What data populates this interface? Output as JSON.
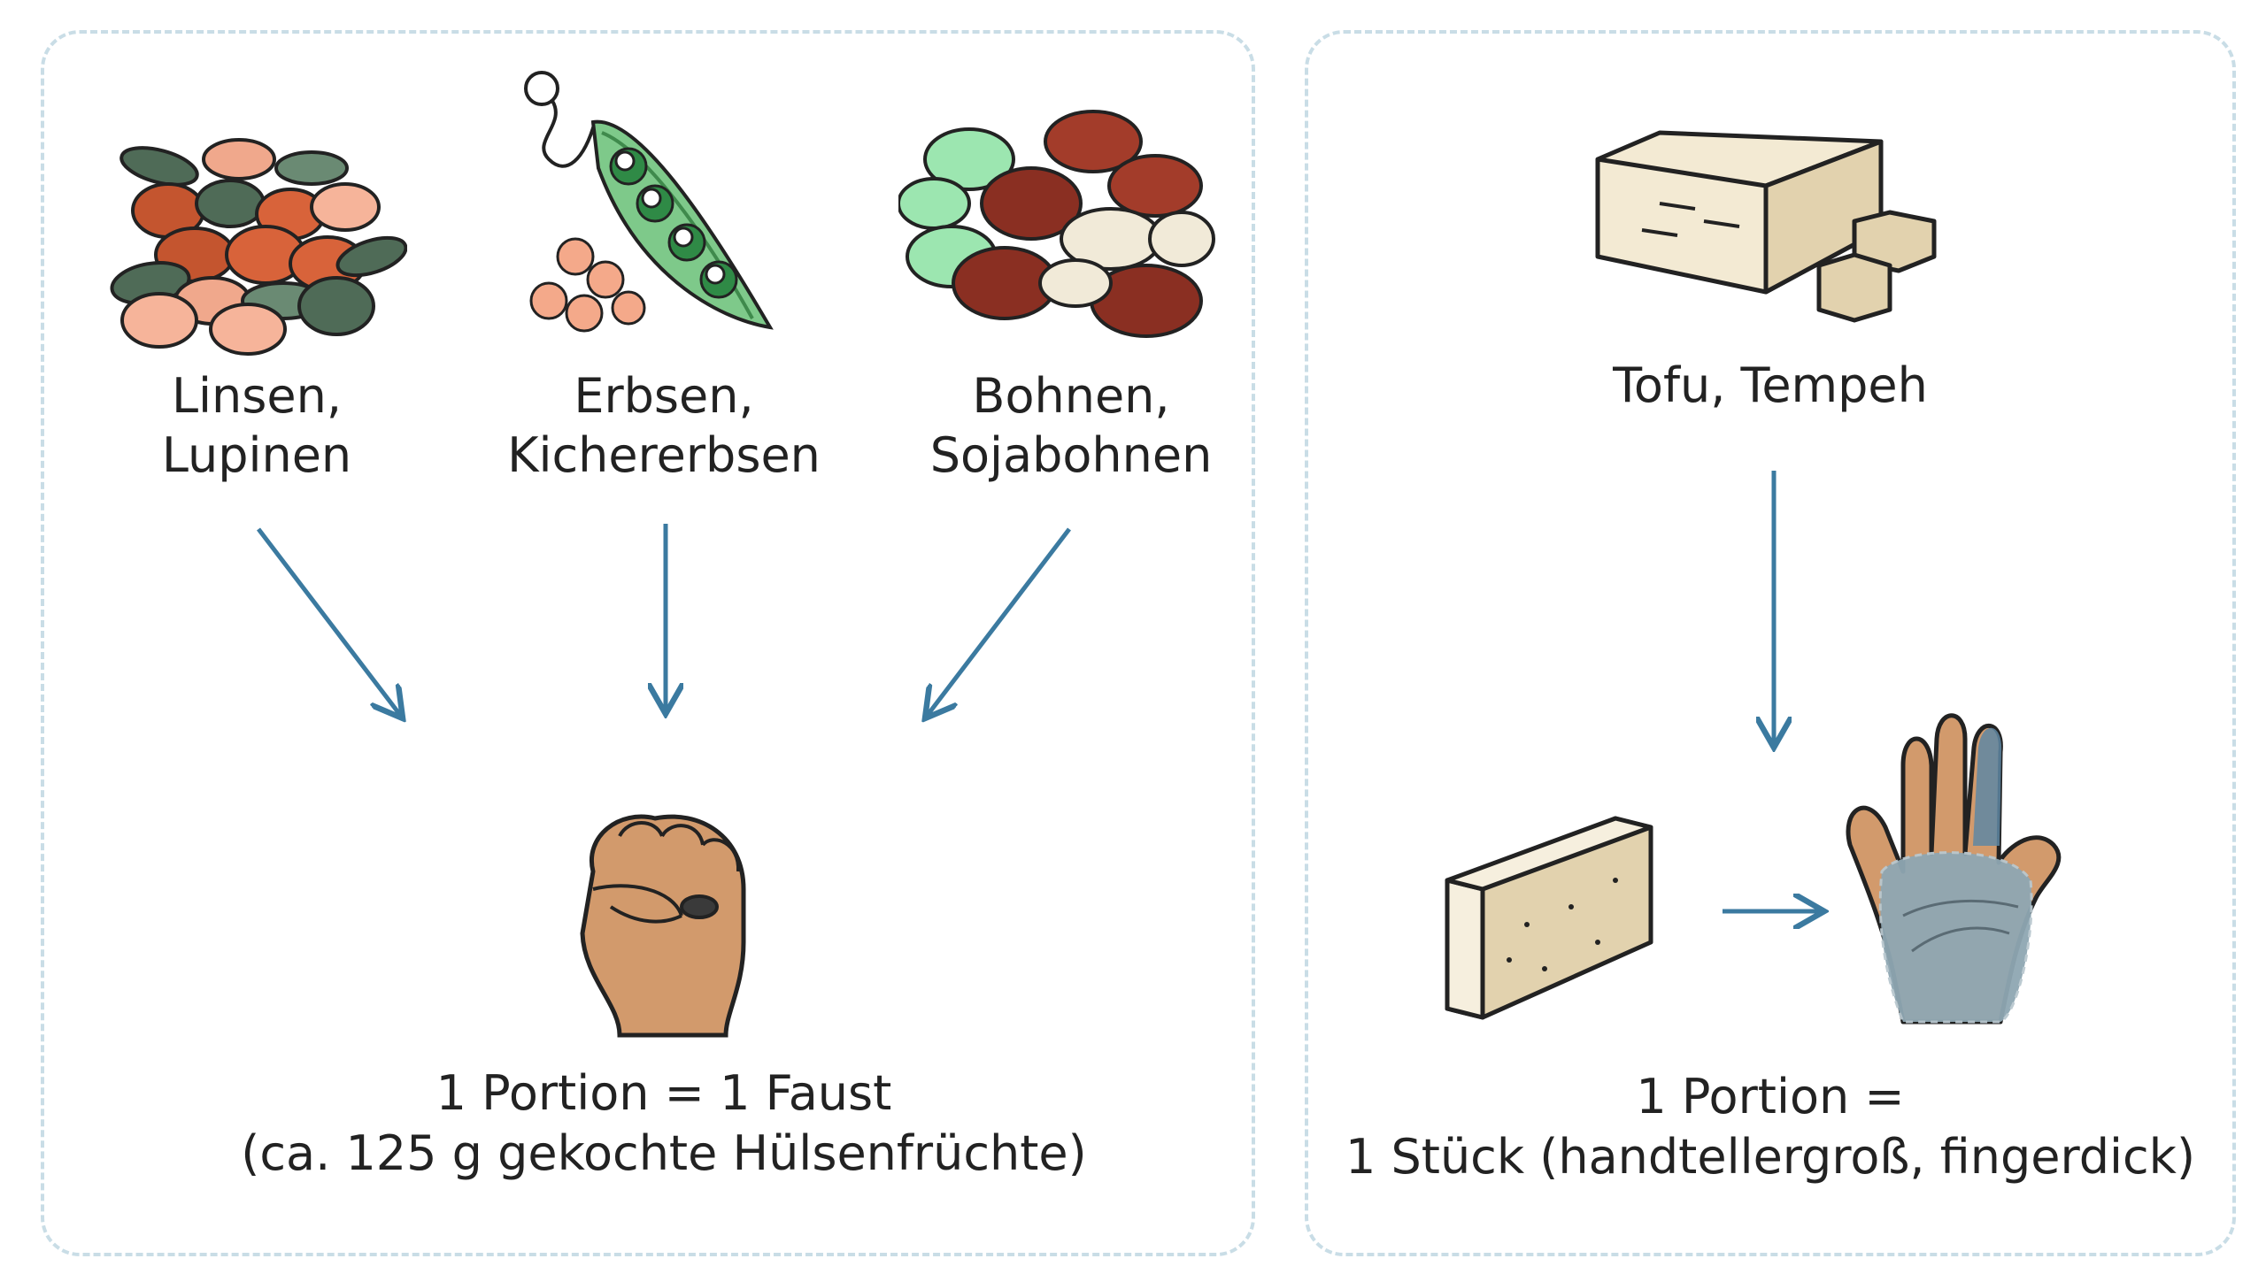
{
  "left_panel": {
    "categories": [
      {
        "label": "Linsen,\nLupinen",
        "icon": "lentils-icon"
      },
      {
        "label": "Erbsen,\nKichererbsen",
        "icon": "pea-pod-icon"
      },
      {
        "label": "Bohnen,\nSojabohnen",
        "icon": "beans-icon"
      }
    ],
    "result_icon": "fist-icon",
    "result_line1": "1 Portion = 1  Faust",
    "result_line2": "(ca. 125 g gekochte Hülsenfrüchte)"
  },
  "right_panel": {
    "category_label": "Tofu, Tempeh",
    "category_icon": "tofu-block-icon",
    "piece_icon": "tofu-piece-icon",
    "hand_icon": "open-hand-icon",
    "result_line1": "1 Portion =",
    "result_line2": "1 Stück (handtellergroß, fingerdick)"
  },
  "colors": {
    "panel_border": "#c9dde6",
    "arrow": "#3b7aa0",
    "skin": "#d29a6c",
    "tofu": "#e6d6b4",
    "palm_highlight": "#8fa7b3"
  }
}
